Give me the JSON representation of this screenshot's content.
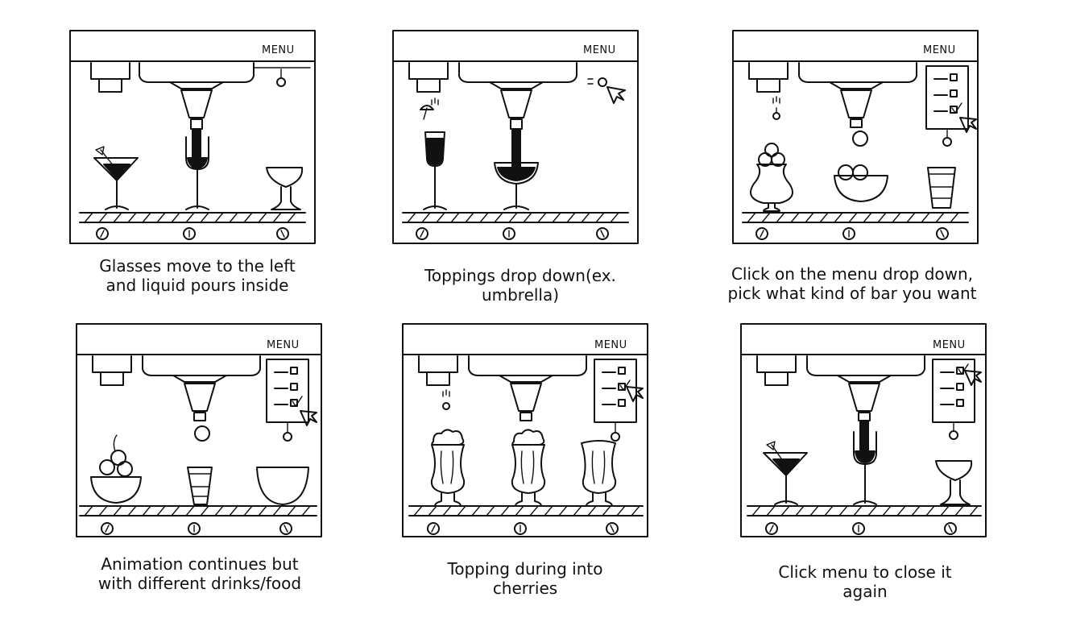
{
  "panels": [
    {
      "menu_label": "MENU",
      "caption_line1": "Glasses move to the left",
      "caption_line2": "and liquid pours inside"
    },
    {
      "menu_label": "MENU",
      "caption_line1": "Toppings drop down(ex.",
      "caption_line2": "umbrella)"
    },
    {
      "menu_label": "MENU",
      "caption_line1": "Click on the menu drop down,",
      "caption_line2": "pick what kind of bar you want"
    },
    {
      "menu_label": "MENU",
      "caption_line1": "Animation continues but",
      "caption_line2": "with different drinks/food"
    },
    {
      "menu_label": "MENU",
      "caption_line1": "Topping during into",
      "caption_line2": "cherries"
    },
    {
      "menu_label": "MENU",
      "caption_line1": "Click menu to close it",
      "caption_line2": "again"
    }
  ]
}
